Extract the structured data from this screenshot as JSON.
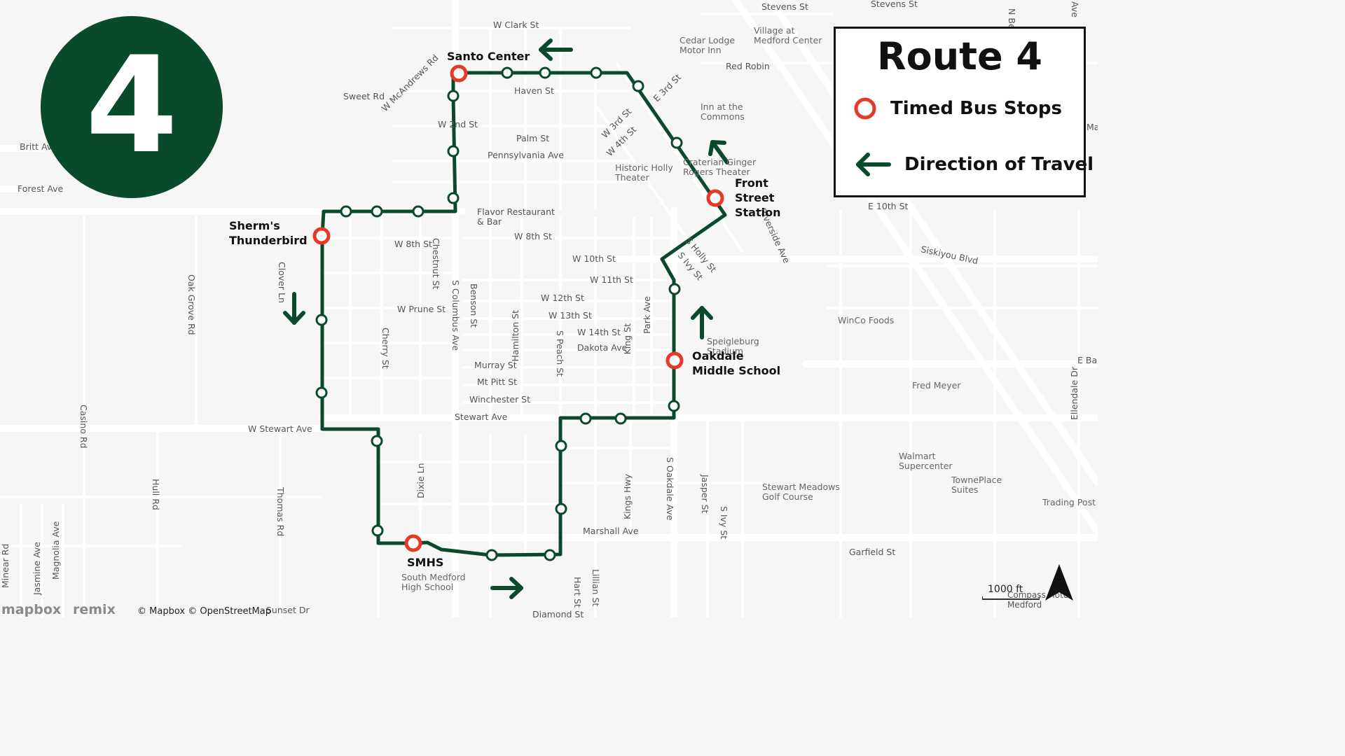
{
  "route_number": "4",
  "legend": {
    "title": "Route 4",
    "timed_stops_label": "Timed Bus Stops",
    "direction_label": "Direction of Travel"
  },
  "colors": {
    "route": "#0a4a2c",
    "timed_stop": "#e53a2a",
    "street": "#ffffff",
    "background": "#f6f6f6"
  },
  "timed_stops": [
    {
      "name": "Santo Center"
    },
    {
      "name": "Front Street Station"
    },
    {
      "name": "Sherm's Thunderbird"
    },
    {
      "name": "Oakdale Middle School"
    },
    {
      "name": "SMHS"
    }
  ],
  "streets": [
    "W Clark St",
    "Sweet Rd",
    "W McAndrews Rd",
    "Haven St",
    "W 2nd St",
    "Palm St",
    "Pennsylvania Ave",
    "Flavor Restaurant & Bar",
    "W 8th St",
    "W 8th St",
    "Chestnut St",
    "W 10th St",
    "W 11th St",
    "W 12th St",
    "W 13th St",
    "W 14th St",
    "Dakota Ave",
    "W Prune St",
    "S Columbus Ave",
    "Benson St",
    "Hamilton St",
    "S Peach St",
    "King St",
    "Park Ave",
    "Murray St",
    "Mt Pitt St",
    "Winchester St",
    "Stewart Ave",
    "W Stewart Ave",
    "Cherry St",
    "Clover Ln",
    "Oak Grove Rd",
    "Britt Ave",
    "Forest Ave",
    "Casino Rd",
    "Hull Rd",
    "Thomas Rd",
    "Dixie Ln",
    "Kings Hwy",
    "Marshall Ave",
    "S Oakdale Ave",
    "Jasper St",
    "S Ivy St",
    "Hart St",
    "Lillian St",
    "Diamond St",
    "Garfield St",
    "Sunset Dr",
    "Jasmine Ave",
    "Magnolia Ave",
    "Minear Rd",
    "E 3rd St",
    "W 3rd St",
    "W 4th St",
    "S Holly St",
    "S Ivy St",
    "Riverside Ave",
    "E 10th St",
    "Siskiyou Blvd",
    "Stevens St",
    "Stevens St",
    "Red Robin",
    "Ellendale Dr",
    "E Ba",
    "N Be",
    "Ave",
    "Ma"
  ],
  "pois": [
    "Cedar Lodge Motor Inn",
    "Village at Medford Center",
    "Inn at the Commons",
    "Craterian Ginger Rogers Theater",
    "Historic Holly Theater",
    "Speigleburg Stadium",
    "WinCo Foods",
    "Fred Meyer",
    "Walmart Supercenter",
    "TownePlace Suites",
    "Trading Post",
    "Stewart Meadows Golf Course",
    "South Medford High School",
    "Compass Hotel Medford"
  ],
  "attribution": "© Mapbox © OpenStreetMap",
  "logos": {
    "mapbox": "mapbox",
    "remix": "remix"
  },
  "scale": {
    "label": "1000 ft"
  },
  "icons": [
    "compass-north-arrow-icon",
    "direction-arrow-icon",
    "timed-stop-ring-icon",
    "regular-stop-icon"
  ]
}
